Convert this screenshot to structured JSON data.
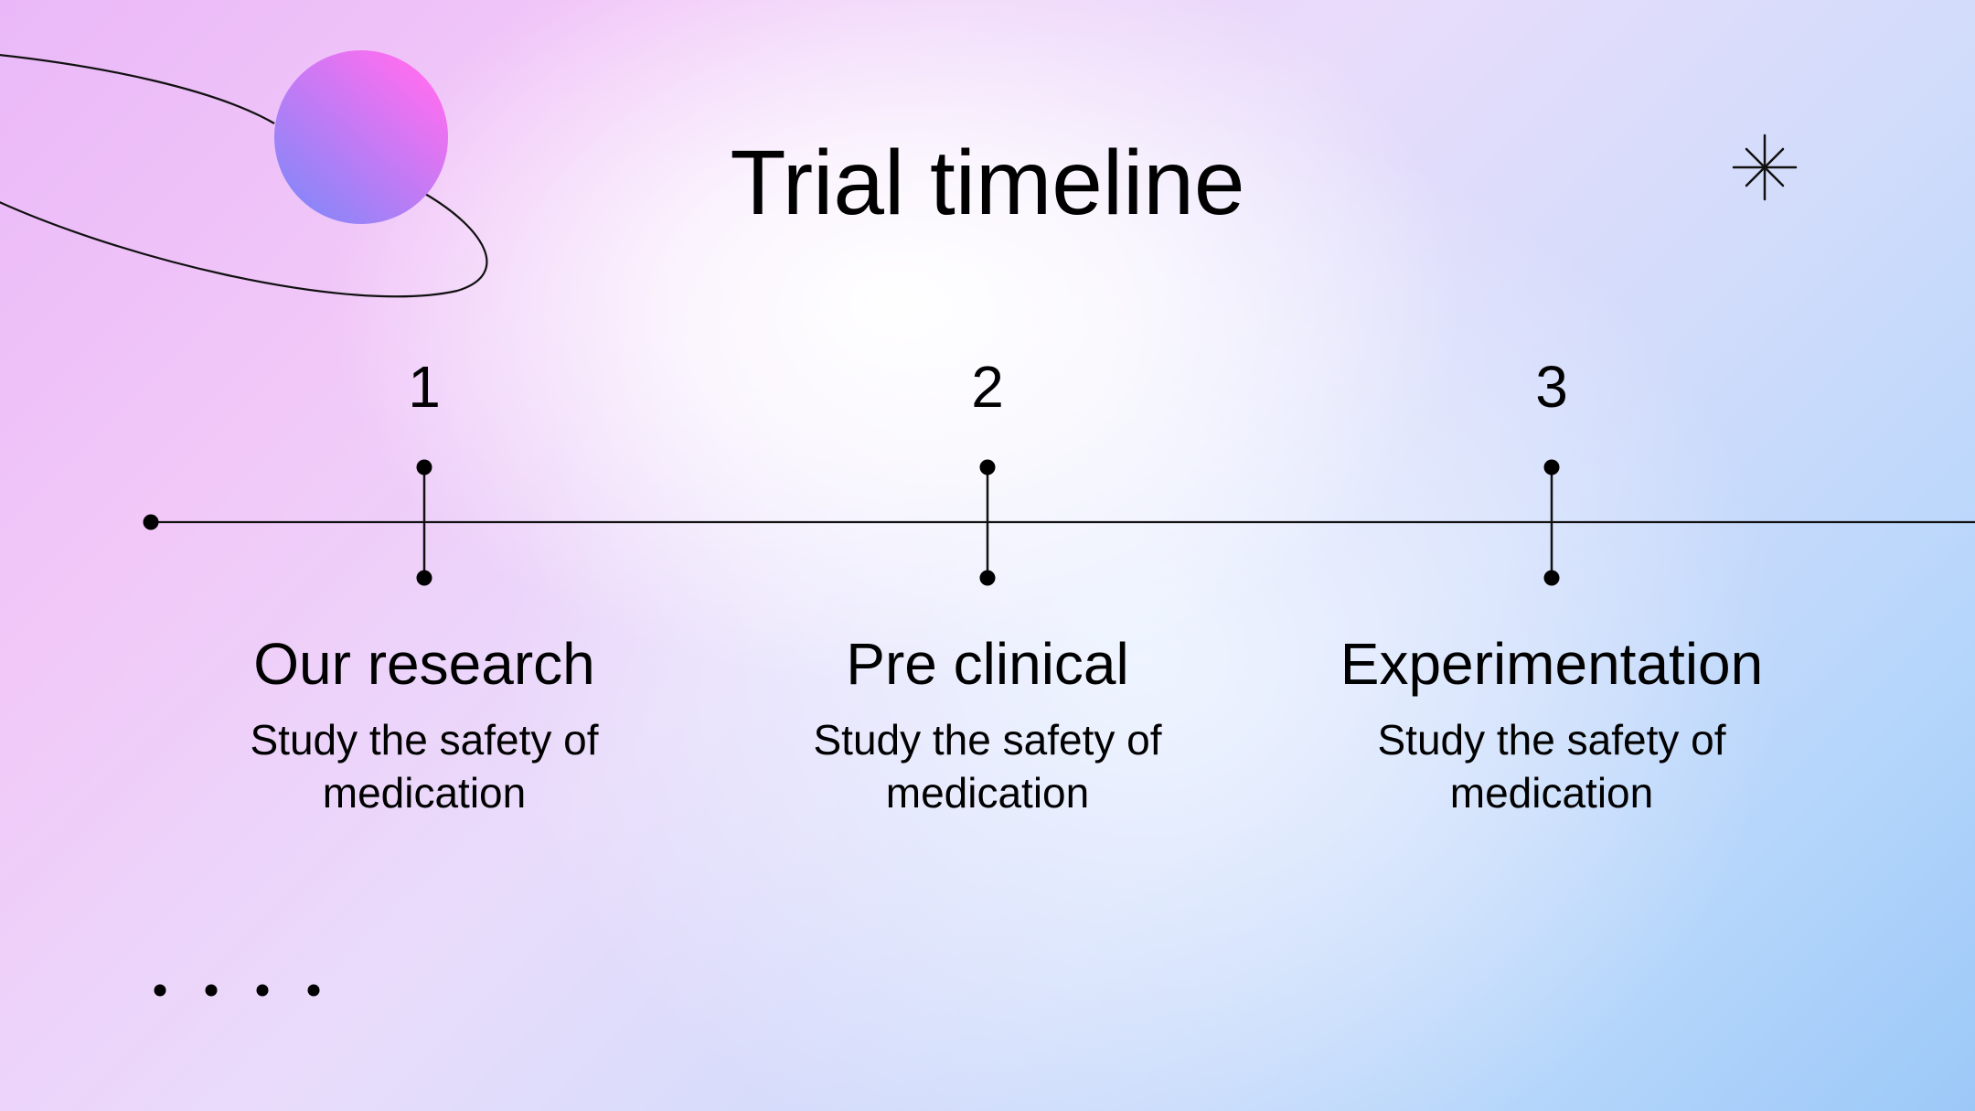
{
  "title": "Trial timeline",
  "colors": {
    "line": "#000000",
    "planet_gradient_start": "#ff6ef0",
    "planet_gradient_end": "#8a86f8"
  },
  "steps": [
    {
      "number": "1",
      "title": "Our research",
      "description": "Study the safety of medication"
    },
    {
      "number": "2",
      "title": "Pre clinical",
      "description": "Study the safety of medication"
    },
    {
      "number": "3",
      "title": "Experimentation",
      "description": "Study the safety of medication"
    }
  ]
}
